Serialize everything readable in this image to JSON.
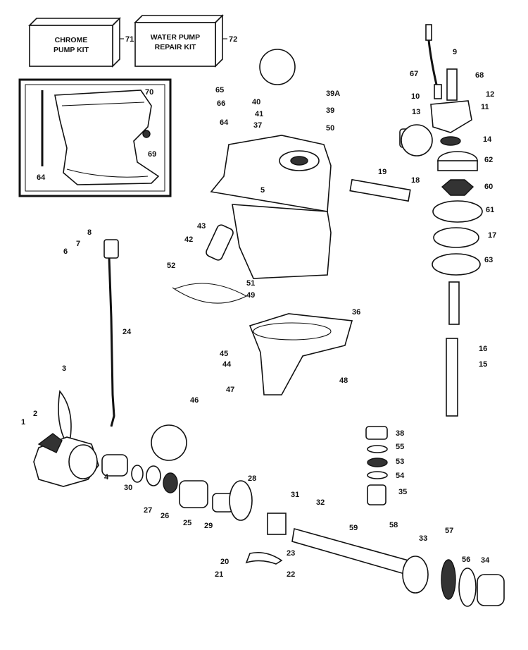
{
  "kits": [
    {
      "line1": "CHROME",
      "line2": "PUMP KIT",
      "ref": "71"
    },
    {
      "line1": "WATER PUMP",
      "line2": "REPAIR KIT",
      "ref": "72"
    }
  ],
  "labels": [
    "1",
    "2",
    "3",
    "4",
    "5",
    "6",
    "7",
    "8",
    "9",
    "10",
    "11",
    "12",
    "13",
    "14",
    "15",
    "16",
    "17",
    "18",
    "19",
    "20",
    "21",
    "22",
    "23",
    "24",
    "25",
    "26",
    "27",
    "28",
    "29",
    "30",
    "31",
    "32",
    "33",
    "34",
    "35",
    "36",
    "37",
    "38",
    "39",
    "39A",
    "40",
    "41",
    "42",
    "43",
    "44",
    "45",
    "46",
    "47",
    "48",
    "49",
    "50",
    "51",
    "52",
    "53",
    "54",
    "55",
    "56",
    "57",
    "58",
    "59",
    "60",
    "61",
    "62",
    "63",
    "64",
    "64",
    "65",
    "66",
    "67",
    "68",
    "69",
    "70"
  ]
}
